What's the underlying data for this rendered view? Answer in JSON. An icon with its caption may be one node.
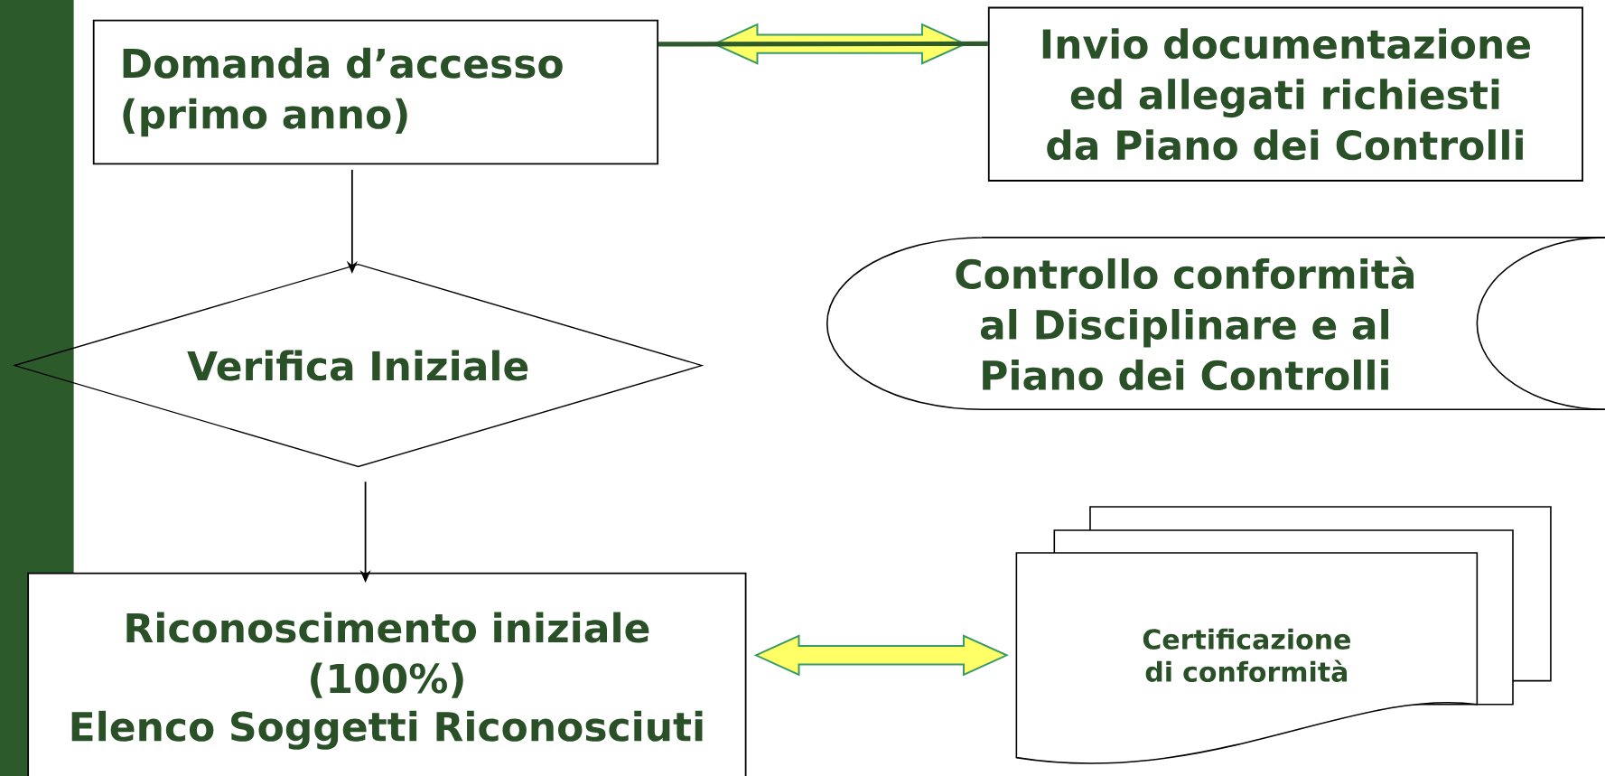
{
  "diagram": {
    "nodes": [
      {
        "text": [
          "Domanda d’accesso (primo anno)"
        ]
      },
      {
        "text": [
          "Invio documentazione ed allegati richiesti da Piano dei Controlli"
        ]
      },
      {
        "text": [
          "Verifica Iniziale"
        ]
      },
      {
        "text": [
          "Controllo conformità al Disciplinare e al Piano dei Controlli"
        ]
      },
      {
        "text": [
          "Riconoscimento iniziale (100%)",
          "Elenco Soggetti Riconosciuti"
        ]
      },
      {
        "text": [
          "Certificazione di conformità"
        ]
      }
    ],
    "edges": [
      {
        "from": 0,
        "to": 1,
        "arrow": "both",
        "style": "thick"
      },
      {
        "from": 0,
        "to": 1,
        "arrow": "none",
        "style": "thick",
        "color": "#2d5a2b"
      },
      {
        "from": 0,
        "to": 2,
        "arrow": "to"
      },
      {
        "from": 2,
        "to": 4,
        "arrow": "to"
      },
      {
        "from": 4,
        "to": 5,
        "arrow": "both",
        "style": "thick"
      }
    ]
  }
}
